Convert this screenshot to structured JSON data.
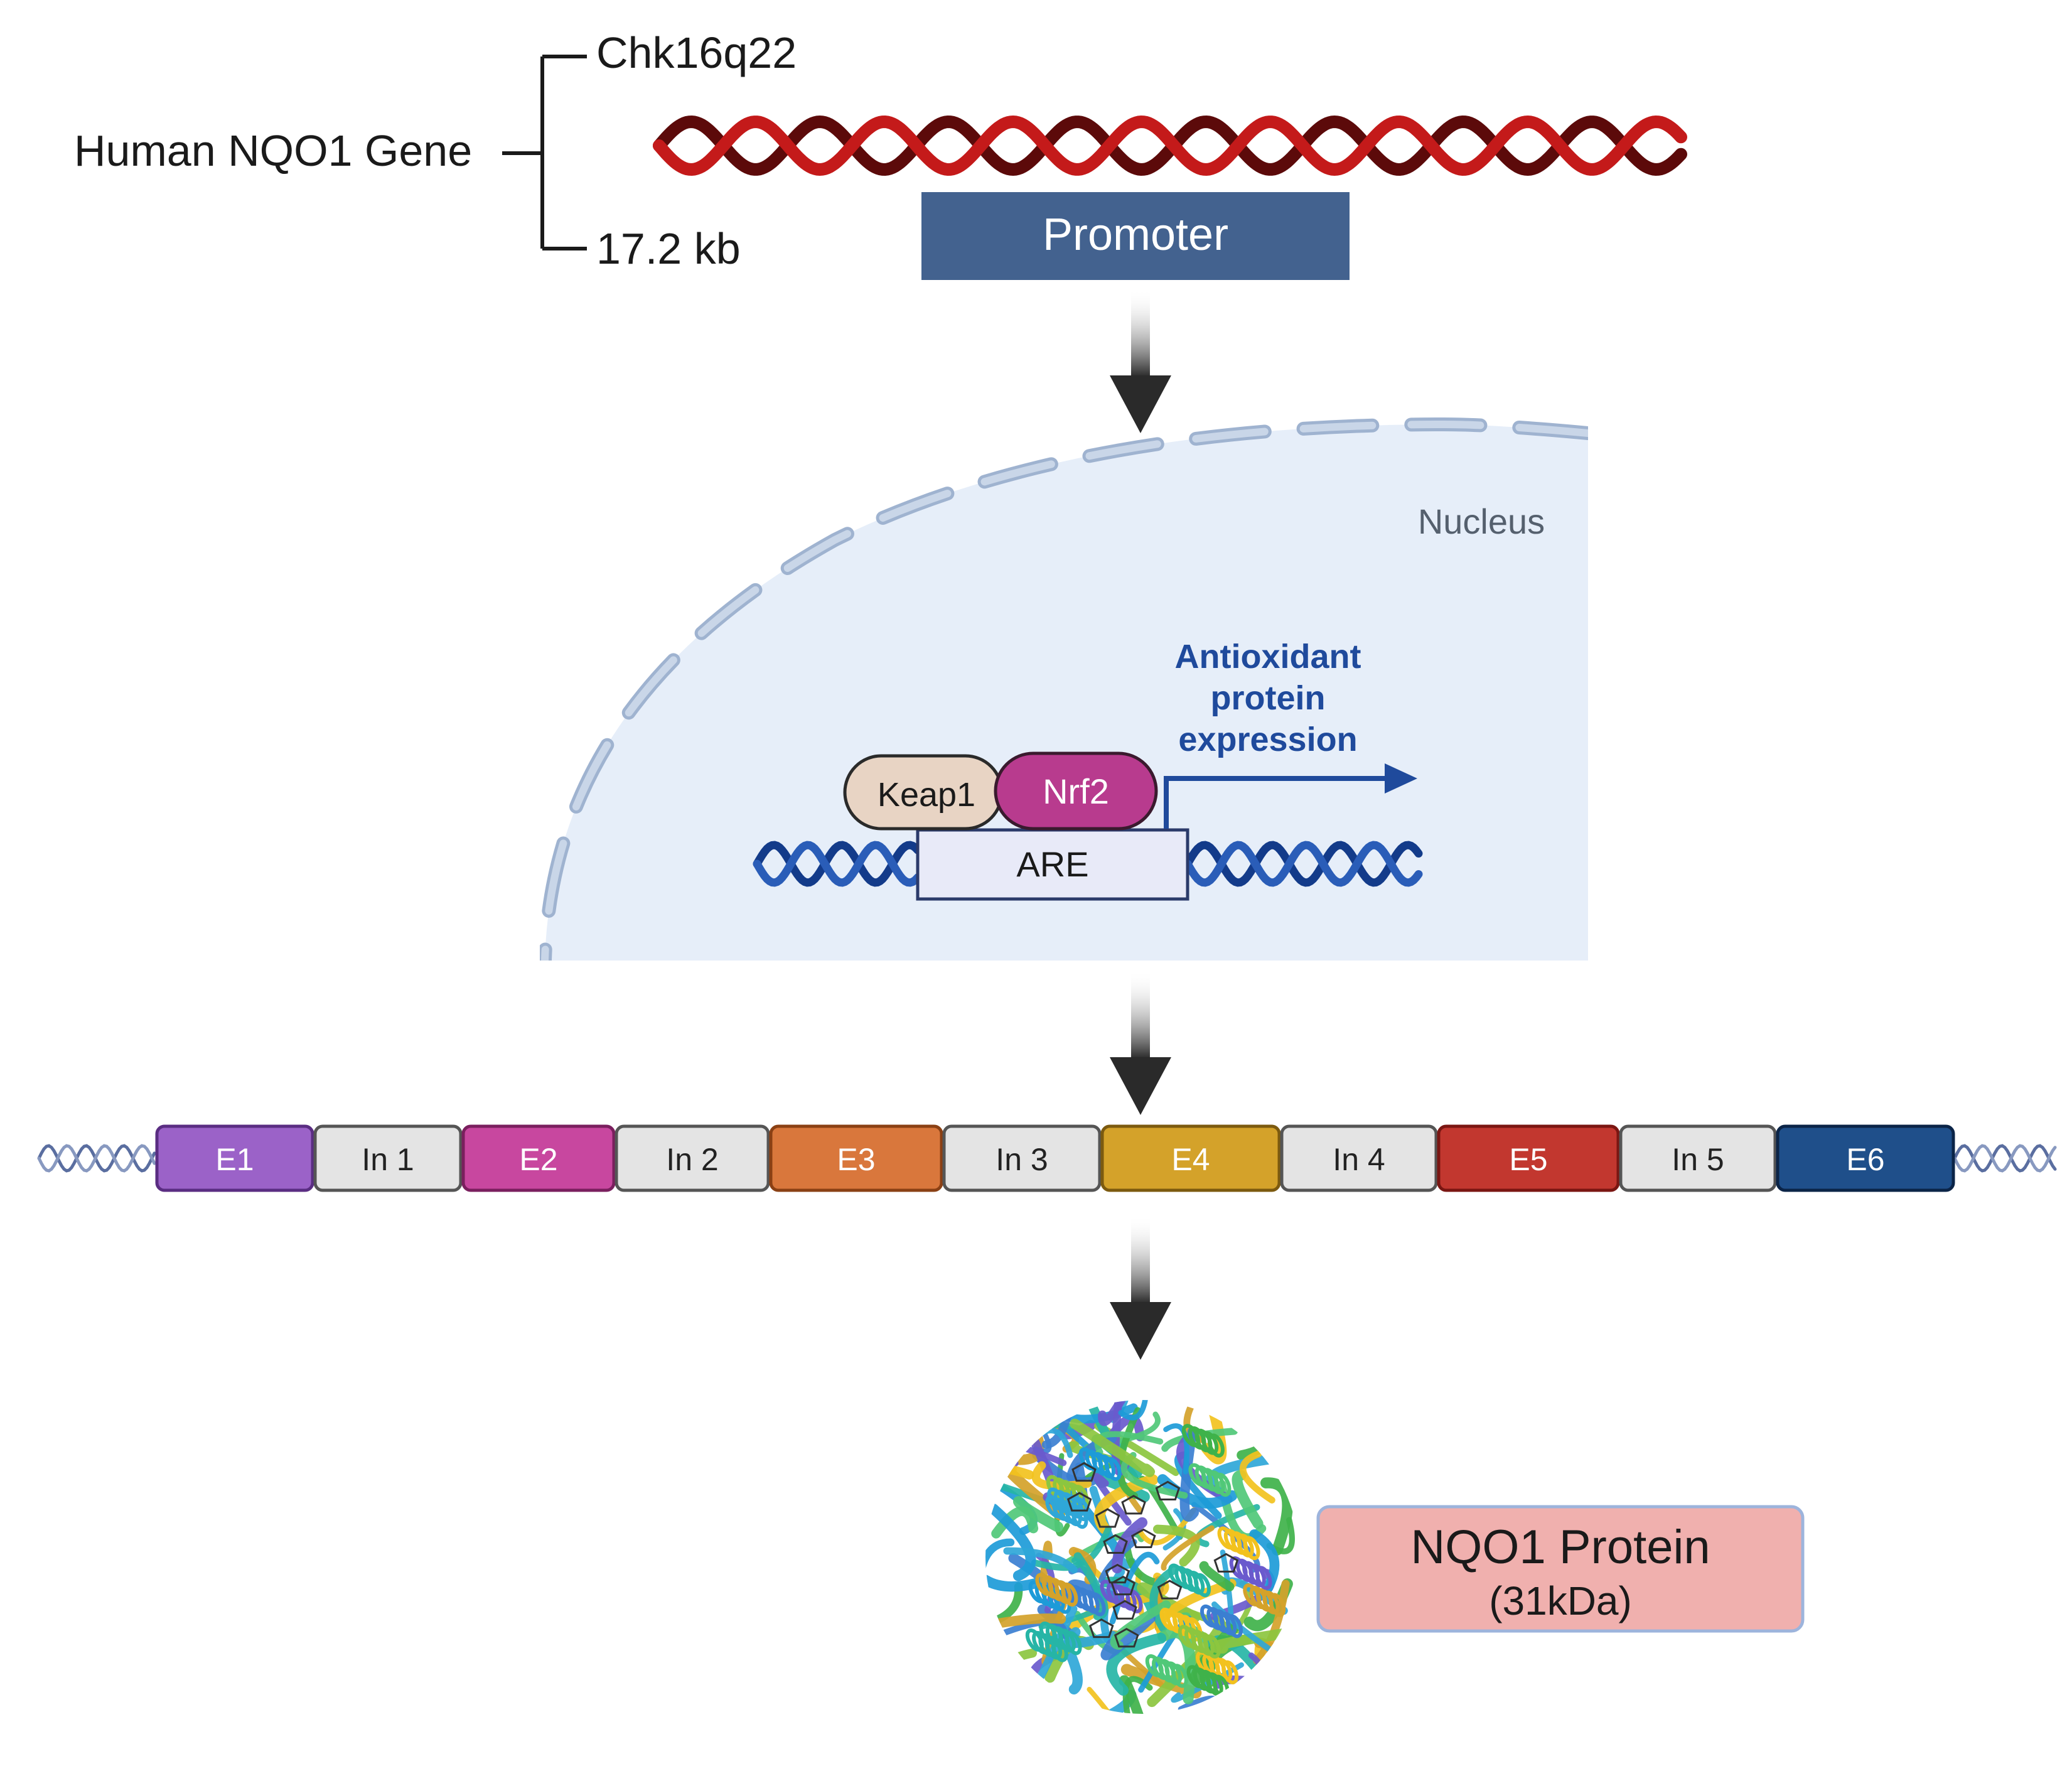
{
  "gene": {
    "label": "Human NQO1 Gene",
    "location": "Chk16q22",
    "size": "17.2 kb",
    "promoter_label": "Promoter"
  },
  "nucleus": {
    "label": "Nucleus",
    "keap1_label": "Keap1",
    "nrf2_label": "Nrf2",
    "are_label": "ARE",
    "expression_lines": [
      "Antioxidant",
      "protein",
      "expression"
    ]
  },
  "gene_structure": {
    "segments": [
      {
        "label": "E1",
        "color": "#9b62c8",
        "border": "#5a2d82",
        "text_color": "#ffffff"
      },
      {
        "label": "In 1",
        "color": "#e4e4e4",
        "border": "#555555",
        "text_color": "#222222"
      },
      {
        "label": "E2",
        "color": "#c8479f",
        "border": "#7a1f5e",
        "text_color": "#ffffff"
      },
      {
        "label": "In 2",
        "color": "#e4e4e4",
        "border": "#555555",
        "text_color": "#222222"
      },
      {
        "label": "E3",
        "color": "#d9773c",
        "border": "#8a4014",
        "text_color": "#ffffff"
      },
      {
        "label": "In 3",
        "color": "#e4e4e4",
        "border": "#555555",
        "text_color": "#222222"
      },
      {
        "label": "E4",
        "color": "#d4a22a",
        "border": "#7c5a0f",
        "text_color": "#ffffff"
      },
      {
        "label": "In 4",
        "color": "#e4e4e4",
        "border": "#555555",
        "text_color": "#222222"
      },
      {
        "label": "E5",
        "color": "#c2372f",
        "border": "#7a1612",
        "text_color": "#ffffff"
      },
      {
        "label": "In 5",
        "color": "#e4e4e4",
        "border": "#555555",
        "text_color": "#222222"
      },
      {
        "label": "E6",
        "color": "#1f4f8a",
        "border": "#0b2447",
        "text_color": "#ffffff"
      }
    ]
  },
  "protein": {
    "name": "NQO1 Protein",
    "weight": "(31kDa)"
  },
  "colors": {
    "promoter_fill": "#43628f",
    "nucleus_fill": "#e6eef9",
    "nucleus_membrane": "#aebfd8",
    "are_fill": "#e8eaf8",
    "keap1_fill": "#e8d4c4",
    "nrf2_fill": "#b83b8e",
    "expression_blue": "#1f4a9c",
    "protein_box_fill": "#f0b0ae",
    "arrow": "#2a2a2a",
    "dna_red_dark": "#5c0a0a",
    "dna_red": "#c41a1a",
    "dna_blue": "#133b8a"
  }
}
